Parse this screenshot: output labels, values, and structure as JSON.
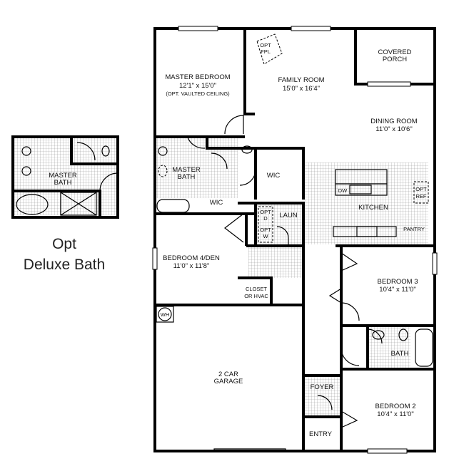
{
  "rooms": {
    "master_bedroom": {
      "name": "MASTER BEDROOM",
      "size": "12'1\" x 15'0\"",
      "note": "(OPT. VAULTED CEILING)"
    },
    "family_room": {
      "name": "FAMILY ROOM",
      "size": "15'0\" x 16'4\""
    },
    "covered_porch": {
      "line1": "COVERED",
      "line2": "PORCH"
    },
    "dining_room": {
      "name": "DINING ROOM",
      "size": "11'0\" x 10'6\""
    },
    "master_bath": {
      "line1": "MASTER",
      "line2": "BATH"
    },
    "wic_1": "WIC",
    "wic_2": "WIC",
    "kitchen": "KITCHEN",
    "laundry": "LAUN",
    "pantry": "PANTRY",
    "bedroom_4": {
      "name": "BEDROOM 4/DEN",
      "size": "11'0\" x 11'8\""
    },
    "closet": {
      "line1": "CLOSET",
      "line2": "OR HVAC"
    },
    "bedroom_3": {
      "name": "BEDROOM 3",
      "size": "10'4\" x 11'0\""
    },
    "bath": "BATH",
    "garage": {
      "line1": "2 CAR",
      "line2": "GARAGE"
    },
    "foyer": "FOYER",
    "entry": "ENTRY",
    "bedroom_2": {
      "name": "BEDROOM 2",
      "size": "10'4\" x 11'0\""
    }
  },
  "fixtures": {
    "opt_fpl": {
      "line1": "OPT",
      "line2": "FPL"
    },
    "dw": "DW",
    "opt_ref": {
      "line1": "OPT",
      "line2": "REF"
    },
    "opt_d": {
      "line1": "OPT",
      "line2": "D"
    },
    "opt_w": {
      "line1": "OPT",
      "line2": "W"
    },
    "wh": "WH"
  },
  "inset": {
    "room_line1": "MASTER",
    "room_line2": "BATH",
    "caption_line1": "Opt",
    "caption_line2": "Deluxe Bath"
  }
}
